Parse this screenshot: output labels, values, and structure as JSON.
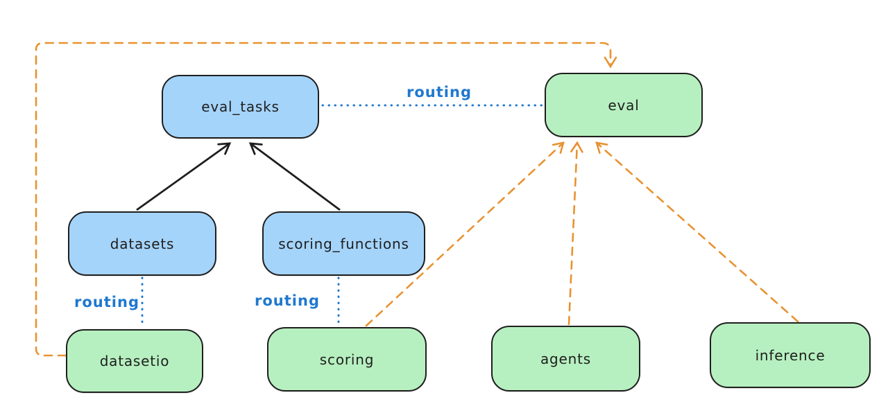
{
  "diagram": {
    "background": "#ffffff",
    "colors": {
      "background": "#ffffff",
      "blue_fill": "#a5d4fa",
      "green_fill": "#b7f0c0",
      "stroke": "#1e1e1e",
      "orange": "#e89231",
      "blue": "#1f78cf"
    },
    "nodes": [
      {
        "id": "eval_tasks",
        "label": "eval_tasks",
        "color": "blue"
      },
      {
        "id": "eval",
        "label": "eval",
        "color": "green"
      },
      {
        "id": "datasets",
        "label": "datasets",
        "color": "blue"
      },
      {
        "id": "scoring_functions",
        "label": "scoring_functions",
        "color": "blue"
      },
      {
        "id": "datasetio",
        "label": "datasetio",
        "color": "green"
      },
      {
        "id": "scoring",
        "label": "scoring",
        "color": "green"
      },
      {
        "id": "agents",
        "label": "agents",
        "color": "green"
      },
      {
        "id": "inference",
        "label": "inference",
        "color": "green"
      }
    ],
    "edges": [
      {
        "from": "eval_tasks",
        "to": "eval",
        "style": "dotted",
        "color": "blue",
        "label": "routing"
      },
      {
        "from": "datasets",
        "to": "datasetio",
        "style": "dotted",
        "color": "blue",
        "label": "routing"
      },
      {
        "from": "scoring_functions",
        "to": "scoring",
        "style": "dotted",
        "color": "blue",
        "label": "routing"
      },
      {
        "from": "datasets",
        "to": "eval_tasks",
        "style": "solid",
        "color": "black",
        "arrow": true
      },
      {
        "from": "scoring_functions",
        "to": "eval_tasks",
        "style": "solid",
        "color": "black",
        "arrow": true
      },
      {
        "from": "datasetio",
        "to": "eval",
        "style": "dashed",
        "color": "orange",
        "arrow": true
      },
      {
        "from": "scoring",
        "to": "eval",
        "style": "dashed",
        "color": "orange",
        "arrow": true
      },
      {
        "from": "agents",
        "to": "eval",
        "style": "dashed",
        "color": "orange",
        "arrow": true
      },
      {
        "from": "inference",
        "to": "eval",
        "style": "dashed",
        "color": "orange",
        "arrow": true
      }
    ]
  }
}
